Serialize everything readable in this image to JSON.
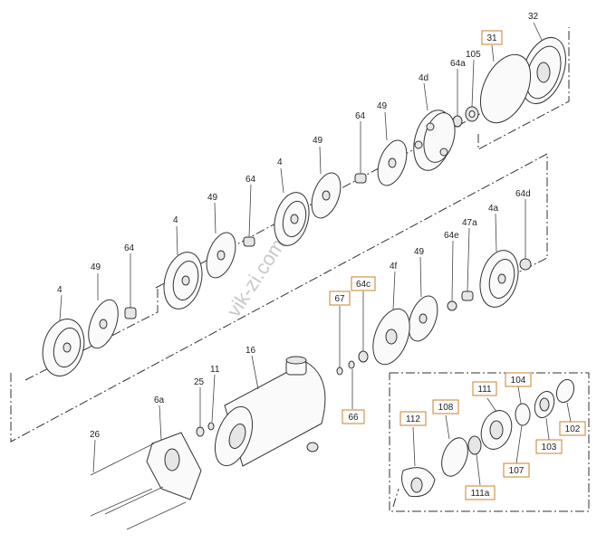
{
  "watermark": "vik-zi.com.ua",
  "colors": {
    "callout_border": "#c9822a",
    "line": "#333333",
    "watermark": "#c9c9c9"
  },
  "labels": {
    "l32": "32",
    "l31": "31",
    "l105": "105",
    "l64a": "64a",
    "l4d": "4d",
    "l64_top": "64",
    "l49_1": "49",
    "l49_2": "49",
    "l4_1": "4",
    "l64_2": "64",
    "l49_3": "49",
    "l4_2": "4",
    "l64_3": "64",
    "l49_4": "49",
    "l4_3": "4",
    "l64d": "64d",
    "l4a": "4a",
    "l47a": "47a",
    "l64e": "64e",
    "l49_5": "49",
    "l4f": "4f",
    "l64c": "64c",
    "l67": "67",
    "l66": "66",
    "l16": "16",
    "l11": "11",
    "l25": "25",
    "l6a": "6a",
    "l26": "26",
    "l111": "111",
    "l104": "104",
    "l108": "108",
    "l112": "112",
    "l102": "102",
    "l103": "103",
    "l107": "107",
    "l111a": "111a"
  }
}
